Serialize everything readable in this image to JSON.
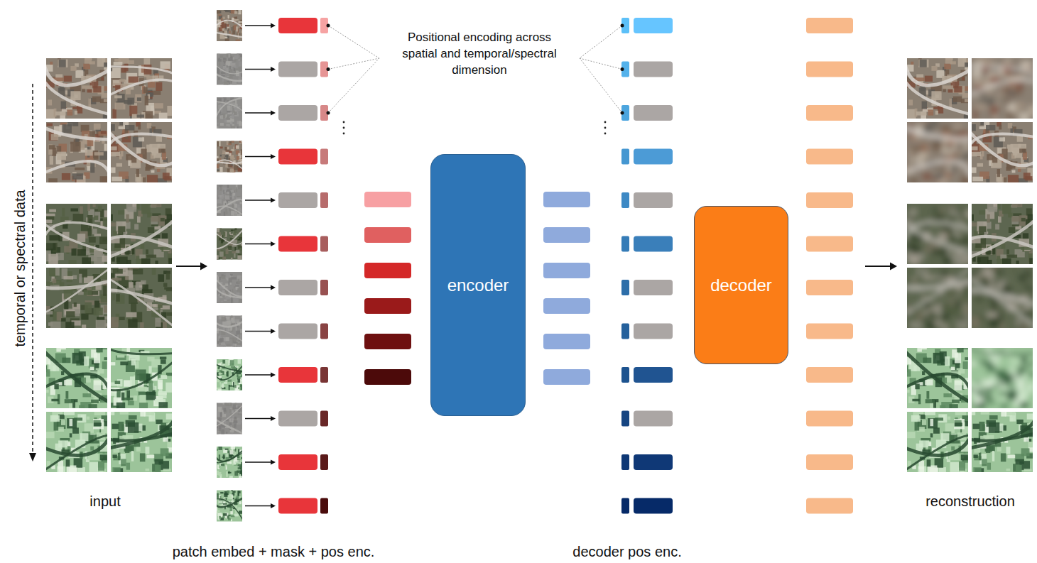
{
  "diagram": {
    "nodes": [
      {
        "text": [
          "encoder"
        ]
      },
      {
        "text": [
          "decoder"
        ]
      }
    ],
    "labels": [
      "Positional encoding across spatial and temporal/spectral dimension",
      "temporal or spectral data",
      "input",
      "patch embed + mask + pos enc.",
      "decoder pos enc.",
      "reconstruction"
    ]
  }
}
